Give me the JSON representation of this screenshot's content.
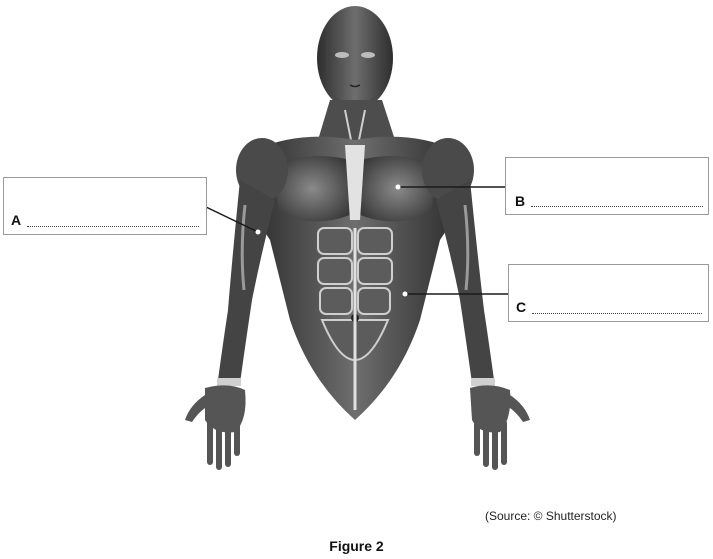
{
  "labels": {
    "a": {
      "letter": "A"
    },
    "b": {
      "letter": "B"
    },
    "c": {
      "letter": "C"
    }
  },
  "source": "(Source: © Shutterstock)",
  "caption": "Figure 2",
  "image": {
    "subject": "muscular-torso-anatomy",
    "colors": {
      "body_dark": "#3c3c3c",
      "body_mid": "#6a6a6a",
      "tendon_light": "#d8d8d8",
      "leader_line": "#1a1a1a"
    }
  }
}
